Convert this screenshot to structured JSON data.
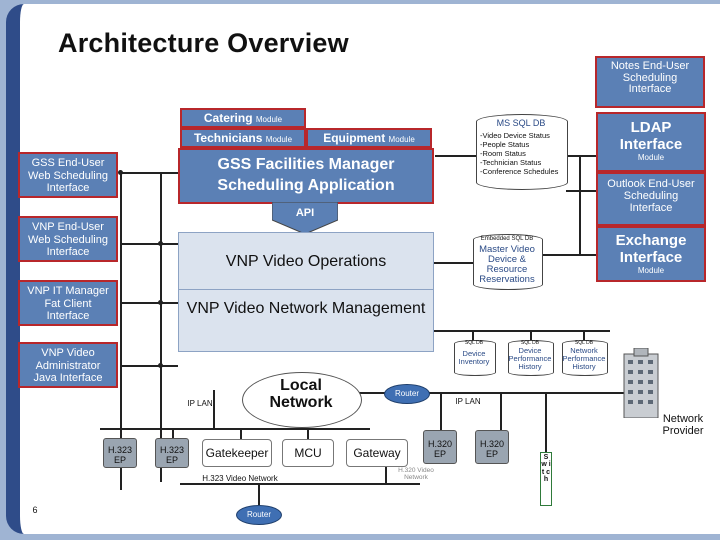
{
  "title": "Architecture Overview",
  "page_number": "6",
  "notes": "Notes End-User Scheduling Interface",
  "catering": {
    "name": "Catering",
    "suffix": "Module"
  },
  "technicians": {
    "name": "Technicians",
    "suffix": "Module"
  },
  "equipment": {
    "name": "Equipment",
    "suffix": "Module"
  },
  "gss_app": "GSS Facilities Manager Scheduling Application",
  "api": "API",
  "vnp_ops": "VNP Video Operations",
  "vnp_net": "VNP Video Network Management",
  "left_clients": [
    "GSS End-User Web Scheduling Interface",
    "VNP End-User Web Scheduling Interface",
    "VNP IT Manager Fat Client Interface",
    "VNP Video Administrator Java Interface"
  ],
  "ms_sql_db": {
    "header": "MS SQL DB",
    "items": [
      "-Video Device Status",
      "-People Status",
      "-Room Status",
      "-Technician Status",
      "-Conference Schedules"
    ]
  },
  "ldap": {
    "name": "LDAP Interface",
    "suffix": "Module"
  },
  "outlook": "Outlook End-User Scheduling Interface",
  "exchange": {
    "name": "Exchange Interface",
    "suffix": "Module"
  },
  "embedded_db": {
    "header": "Embedded SQL DB",
    "text": "Master Video Device & Resource Reservations"
  },
  "small_dbs": [
    {
      "header": "SQL DB",
      "text": "Device Inventory"
    },
    {
      "header": "SQL DB",
      "text": "Device Performance History"
    },
    {
      "header": "SQL DB",
      "text": "Network Performance History"
    }
  ],
  "local_network": "Local Network",
  "router_label": "Router",
  "ip_lan_left": "IP LAN",
  "ip_lan_right": "IP LAN",
  "network_provider": "Network Provider",
  "switch_label": "S w i t c h",
  "endpoints": {
    "h323_1": "H.323 EP",
    "h323_2": "H.323 EP",
    "gatekeeper": "Gatekeeper",
    "mcu": "MCU",
    "gateway": "Gateway",
    "h320_1": "H.320 EP",
    "h320_2": "H.320 EP"
  },
  "h323_network": "H.323 Video Network",
  "h320_network": "H.320 Video Network"
}
